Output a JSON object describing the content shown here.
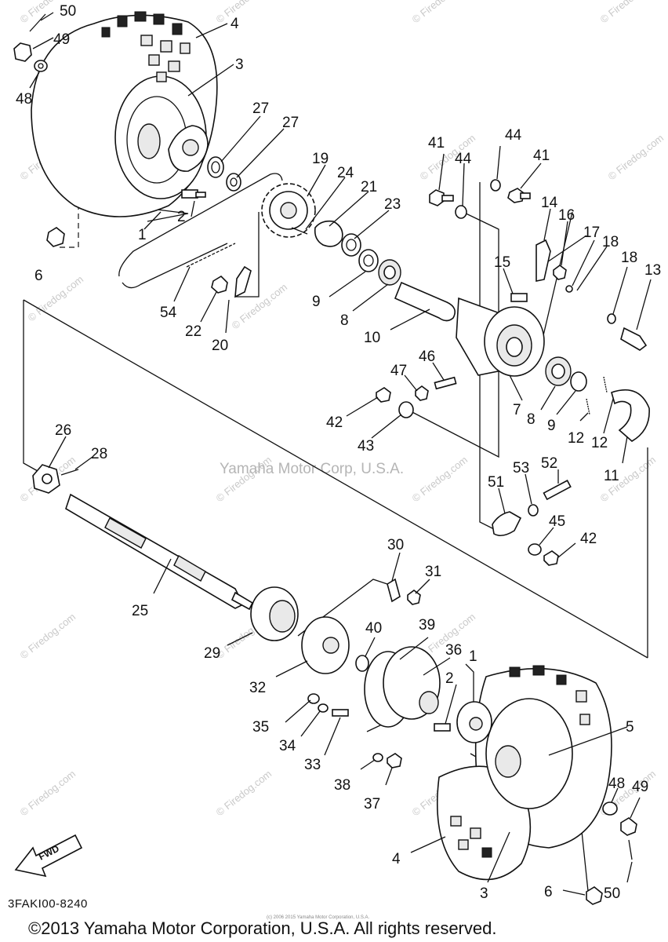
{
  "diagram": {
    "code": "3FAKI00-8240",
    "copyright": "©2013 Yamaha Motor Corporation, U.S.A. All rights reserved.",
    "center_watermark": "Yamaha Motor Corp, U.S.A.",
    "small_copyright": "(c) 2006 2015 Yamaha Motor Corporation, U.S.A.",
    "watermark": "© Firedog.com",
    "fwd_label": "FWD",
    "callouts": [
      {
        "id": "c50a",
        "label": "50"
      },
      {
        "id": "c49a",
        "label": "49"
      },
      {
        "id": "c48a",
        "label": "48"
      },
      {
        "id": "c4a",
        "label": "4"
      },
      {
        "id": "c3a",
        "label": "3"
      },
      {
        "id": "c27a",
        "label": "27"
      },
      {
        "id": "c27b",
        "label": "27"
      },
      {
        "id": "c2a",
        "label": "2"
      },
      {
        "id": "c1a",
        "label": "1"
      },
      {
        "id": "c6a",
        "label": "6"
      },
      {
        "id": "c19",
        "label": "19"
      },
      {
        "id": "c24",
        "label": "24"
      },
      {
        "id": "c21",
        "label": "21"
      },
      {
        "id": "c23",
        "label": "23"
      },
      {
        "id": "c54",
        "label": "54"
      },
      {
        "id": "c22",
        "label": "22"
      },
      {
        "id": "c20",
        "label": "20"
      },
      {
        "id": "c9a",
        "label": "9"
      },
      {
        "id": "c8a",
        "label": "8"
      },
      {
        "id": "c10",
        "label": "10"
      },
      {
        "id": "c41a",
        "label": "41"
      },
      {
        "id": "c44a",
        "label": "44"
      },
      {
        "id": "c44b",
        "label": "44"
      },
      {
        "id": "c41b",
        "label": "41"
      },
      {
        "id": "c14",
        "label": "14"
      },
      {
        "id": "c16",
        "label": "16"
      },
      {
        "id": "c17",
        "label": "17"
      },
      {
        "id": "c18a",
        "label": "18"
      },
      {
        "id": "c18b",
        "label": "18"
      },
      {
        "id": "c13",
        "label": "13"
      },
      {
        "id": "c15",
        "label": "15"
      },
      {
        "id": "c47",
        "label": "47"
      },
      {
        "id": "c46",
        "label": "46"
      },
      {
        "id": "c42a",
        "label": "42"
      },
      {
        "id": "c43",
        "label": "43"
      },
      {
        "id": "c7",
        "label": "7"
      },
      {
        "id": "c8b",
        "label": "8"
      },
      {
        "id": "c9b",
        "label": "9"
      },
      {
        "id": "c12a",
        "label": "12"
      },
      {
        "id": "c12b",
        "label": "12"
      },
      {
        "id": "c11",
        "label": "11"
      },
      {
        "id": "c53",
        "label": "53"
      },
      {
        "id": "c52",
        "label": "52"
      },
      {
        "id": "c51",
        "label": "51"
      },
      {
        "id": "c45",
        "label": "45"
      },
      {
        "id": "c42b",
        "label": "42"
      },
      {
        "id": "c26",
        "label": "26"
      },
      {
        "id": "c28",
        "label": "28"
      },
      {
        "id": "c25",
        "label": "25"
      },
      {
        "id": "c30",
        "label": "30"
      },
      {
        "id": "c31",
        "label": "31"
      },
      {
        "id": "c29",
        "label": "29"
      },
      {
        "id": "c40",
        "label": "40"
      },
      {
        "id": "c39",
        "label": "39"
      },
      {
        "id": "c36",
        "label": "36"
      },
      {
        "id": "c1b",
        "label": "1"
      },
      {
        "id": "c2b",
        "label": "2"
      },
      {
        "id": "c32",
        "label": "32"
      },
      {
        "id": "c35",
        "label": "35"
      },
      {
        "id": "c34",
        "label": "34"
      },
      {
        "id": "c33",
        "label": "33"
      },
      {
        "id": "c5",
        "label": "5"
      },
      {
        "id": "c38",
        "label": "38"
      },
      {
        "id": "c37",
        "label": "37"
      },
      {
        "id": "c48b",
        "label": "48"
      },
      {
        "id": "c49b",
        "label": "49"
      },
      {
        "id": "c4b",
        "label": "4"
      },
      {
        "id": "c3b",
        "label": "3"
      },
      {
        "id": "c6b",
        "label": "6"
      },
      {
        "id": "c50b",
        "label": "50"
      }
    ]
  }
}
